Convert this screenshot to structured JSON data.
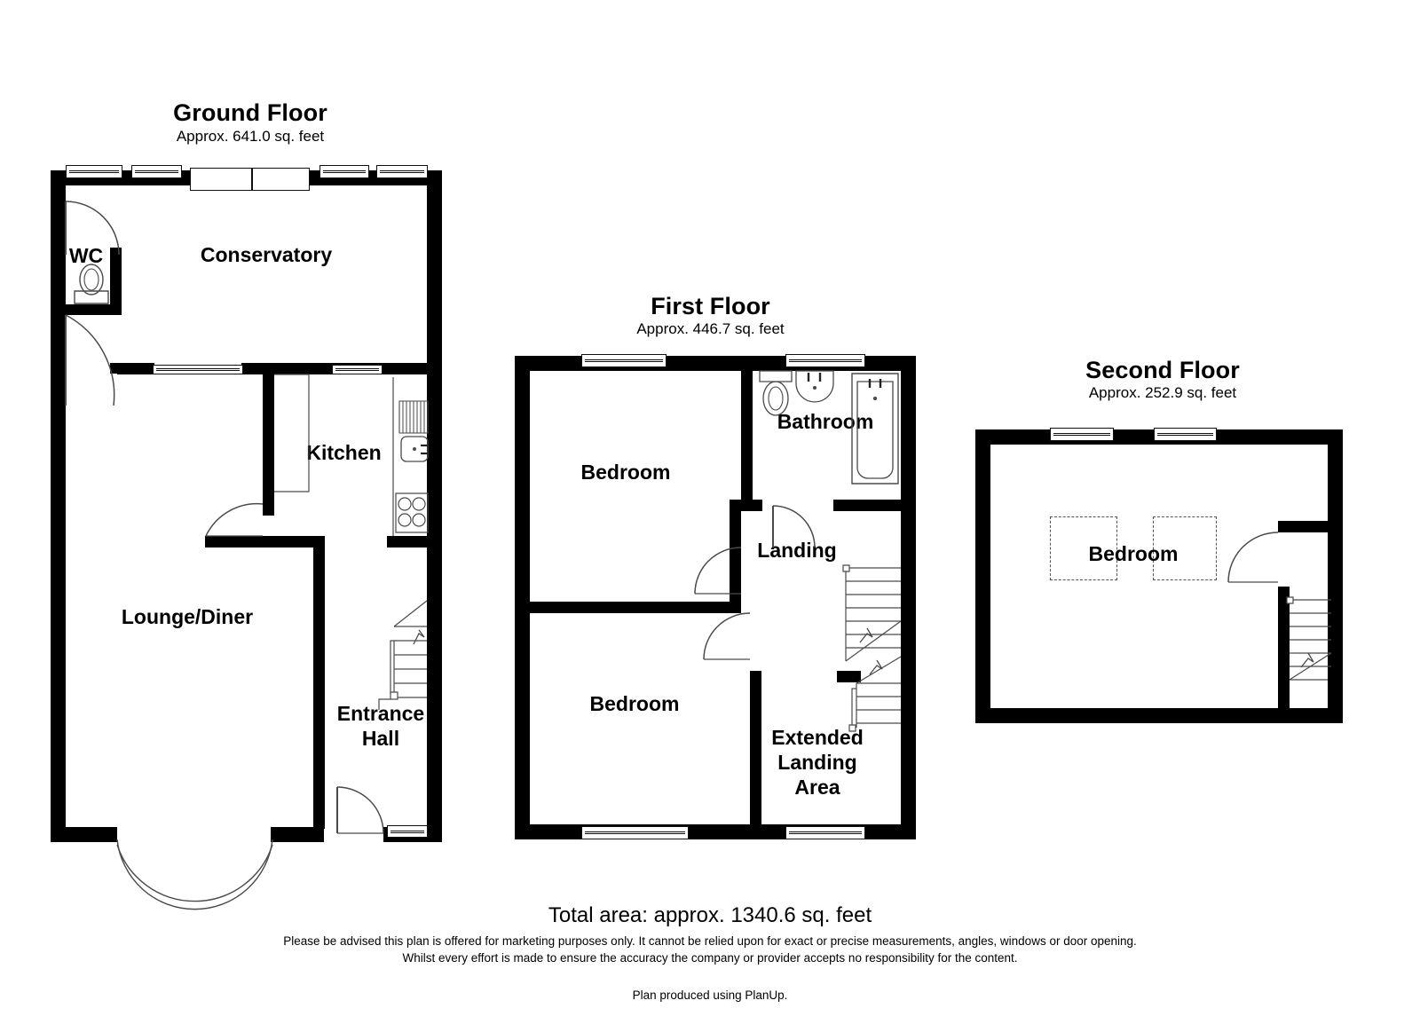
{
  "document": {
    "type": "floor-plan",
    "total_area": "Total area: approx. 1340.6 sq. feet",
    "disclaimer_line1": "Please be advised this plan is offered for marketing purposes only. It cannot be relied upon for exact or precise measurements, angles, windows or door opening.",
    "disclaimer_line2": "Whilst every effort is made to ensure the accuracy the company or provider accepts no responsibility for the content.",
    "credit": "Plan produced using PlanUp."
  },
  "floors": [
    {
      "id": "ground",
      "title": "Ground Floor",
      "area": "Approx. 641.0 sq. feet",
      "rooms": [
        {
          "id": "wc",
          "label": "WC"
        },
        {
          "id": "conservatory",
          "label": "Conservatory"
        },
        {
          "id": "kitchen",
          "label": "Kitchen"
        },
        {
          "id": "lounge-diner",
          "label": "Lounge/Diner"
        },
        {
          "id": "entrance-hall",
          "label_line1": "Entrance",
          "label_line2": "Hall"
        }
      ],
      "fixtures": [
        "toilet",
        "sink",
        "hob",
        "staircase-up",
        "bay-window"
      ]
    },
    {
      "id": "first",
      "title": "First Floor",
      "area": "Approx. 446.7 sq. feet",
      "rooms": [
        {
          "id": "bedroom-1",
          "label": "Bedroom"
        },
        {
          "id": "bedroom-2",
          "label": "Bedroom"
        },
        {
          "id": "bathroom",
          "label": "Bathroom"
        },
        {
          "id": "landing",
          "label": "Landing"
        },
        {
          "id": "extended-landing",
          "label_line1": "Extended",
          "label_line2": "Landing",
          "label_line3": "Area"
        }
      ],
      "fixtures": [
        "toilet",
        "basin",
        "bathtub",
        "staircase-down",
        "staircase-up"
      ]
    },
    {
      "id": "second",
      "title": "Second Floor",
      "area": "Approx. 252.9 sq. feet",
      "rooms": [
        {
          "id": "bedroom-3",
          "label": "Bedroom"
        }
      ],
      "fixtures": [
        "staircase-down",
        "skylight-box",
        "skylight-box"
      ]
    }
  ],
  "colors": {
    "wall": "#000000",
    "background": "#ffffff",
    "fixture_line": "#444444",
    "dashed": "#555555"
  }
}
